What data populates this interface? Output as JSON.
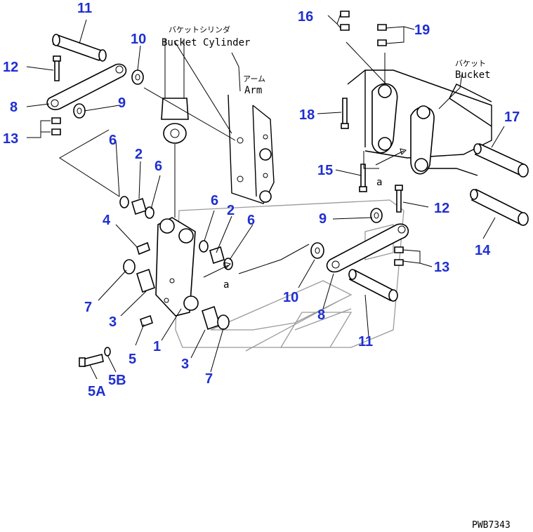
{
  "labels": {
    "bucket_cylinder_jp": "バケットシリンダ",
    "bucket_cylinder_en": "Bucket Cylinder",
    "arm_jp": "アーム",
    "arm_en": "Arm",
    "bucket_jp": "バケット",
    "bucket_en": "Bucket",
    "ref_a1": "a",
    "ref_a2": "a",
    "drawing_code": "PWB7343"
  },
  "callouts": [
    "11",
    "12",
    "8",
    "13",
    "10",
    "9",
    "6",
    "2",
    "6",
    "4",
    "7",
    "3",
    "1",
    "5",
    "5A",
    "5B",
    "3",
    "7",
    "6",
    "2",
    "6",
    "16",
    "19",
    "18",
    "15",
    "9",
    "12",
    "10",
    "8",
    "11",
    "13",
    "17",
    "14"
  ],
  "colors": {
    "callout": "#1f2fd0",
    "line": "#000000",
    "ghost": "#9a9a9a"
  }
}
